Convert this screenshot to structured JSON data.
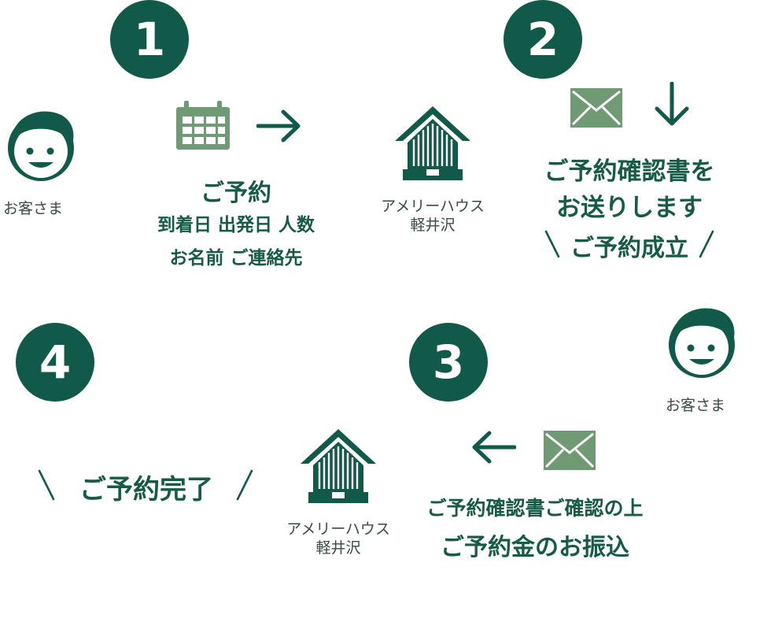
{
  "steps": {
    "s1": "1",
    "s2": "2",
    "s3": "3",
    "s4": "4"
  },
  "customer_label": "お客さま",
  "house_label": {
    "line1": "アメリーハウス",
    "line2": "軽井沢"
  },
  "step1": {
    "title": "ご予約",
    "line1": "到着日 出発日 人数",
    "line2": "お名前 ご連絡先"
  },
  "step2": {
    "line1": "ご予約確認書を",
    "line2": "お送りします",
    "result": "ご予約成立"
  },
  "step3": {
    "line1": "ご予約確認書ご確認の上",
    "line2": "ご予約金のお振込"
  },
  "step4": {
    "result": "ご予約完了"
  },
  "colors": {
    "dark_green": "#115a4a",
    "light_green": "#6f9a74",
    "text_gray": "#3a4a46"
  },
  "icons": [
    "customer-face-icon",
    "calendar-icon",
    "arrow-right-icon",
    "house-icon",
    "envelope-icon",
    "arrow-down-icon",
    "arrow-left-icon"
  ]
}
